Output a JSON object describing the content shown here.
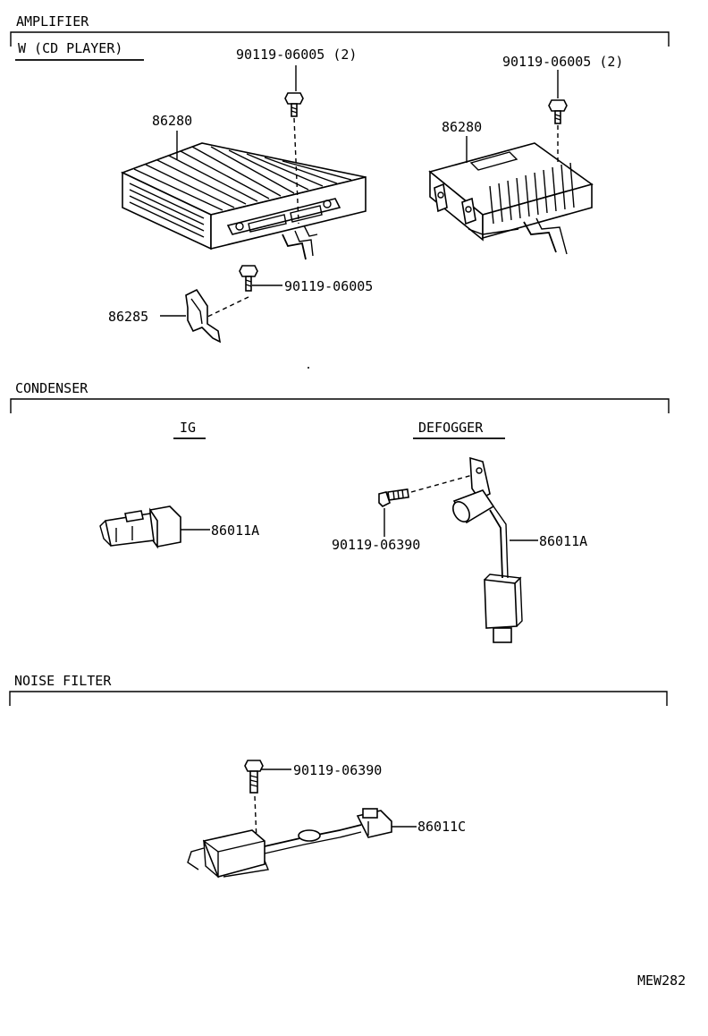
{
  "sections": {
    "amplifier": {
      "title": "AMPLIFIER",
      "subtitle": "W (CD PLAYER)",
      "parts": {
        "amp_left": "86280",
        "amp_right": "86280",
        "screw_left_top": "90119-06005 (2)",
        "screw_right_top": "90119-06005 (2)",
        "screw_bracket": "90119-06005",
        "bracket": "86285"
      }
    },
    "condenser": {
      "title": "CONDENSER",
      "ig_title": "IG",
      "defogger_title": "DEFOGGER",
      "parts": {
        "ig_condenser": "86011A",
        "defogger_screw": "90119-06390",
        "defogger_condenser": "86011A"
      }
    },
    "noise_filter": {
      "title": "NOISE FILTER",
      "parts": {
        "screw": "90119-06390",
        "filter": "86011C"
      }
    }
  },
  "footer_code": "MEW282"
}
